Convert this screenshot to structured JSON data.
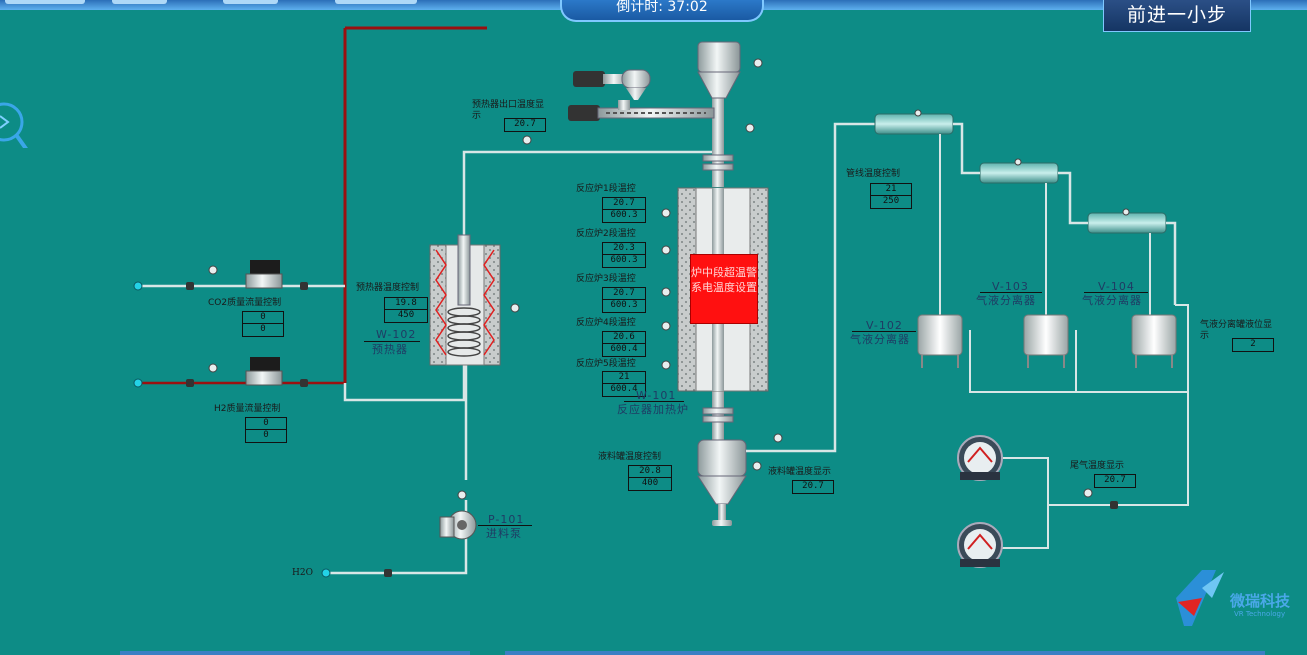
{
  "topbar": {
    "timer_label": "倒计时: 37:02",
    "step_button": "前进一小步"
  },
  "inputs": {
    "co2_label": "CO2质量流量控制",
    "co2_values": [
      "0",
      "0"
    ],
    "h2_label": "H2质量流量控制",
    "h2_values": [
      "0",
      "0"
    ],
    "h2o_label": "H2O"
  },
  "preheater": {
    "outlet_temp_label": "预热器出口温度显示",
    "outlet_temp_value": "20.7",
    "temp_ctrl_label": "预热器温度控制",
    "temp_ctrl_values": [
      "19.8",
      "450"
    ],
    "tag": "W-102",
    "name": "预热器"
  },
  "pump": {
    "tag": "P-101",
    "name": "进料泵"
  },
  "reactor": {
    "zones": [
      {
        "label": "反应炉1段温控",
        "values": [
          "20.7",
          "600.3"
        ]
      },
      {
        "label": "反应炉2段温控",
        "values": [
          "20.3",
          "600.3"
        ]
      },
      {
        "label": "反应炉3段温控",
        "values": [
          "20.7",
          "600.3"
        ]
      },
      {
        "label": "反应炉4段温控",
        "values": [
          "20.6",
          "600.4"
        ]
      },
      {
        "label": "反应炉5段温控",
        "values": [
          "21",
          "600.4"
        ]
      }
    ],
    "tag": "W-101",
    "name": "反应器加热炉",
    "alarm_text": "炉中段超温警系电温度设置"
  },
  "tank": {
    "temp_ctrl_label": "液料罐温度控制",
    "temp_ctrl_values": [
      "20.8",
      "400"
    ],
    "temp_display_label": "液料罐温度显示",
    "temp_display_value": "20.7"
  },
  "pipeline": {
    "temp_ctrl_label": "管线温度控制",
    "temp_ctrl_values": [
      "21",
      "250"
    ]
  },
  "separators": [
    {
      "tag": "V-102",
      "name": "气液分离器"
    },
    {
      "tag": "V-103",
      "name": "气液分离器"
    },
    {
      "tag": "V-104",
      "name": "气液分离器"
    }
  ],
  "level": {
    "label": "气液分离罐液位显示",
    "value": "2"
  },
  "tail_gas": {
    "label": "尾气温度显示",
    "value": "20.7"
  },
  "logo": {
    "brand": "微瑞科技",
    "sub": "VR Technology"
  },
  "colors": {
    "background": "#0d8c86",
    "pipe": "#d8e6e6",
    "hot_pipe": "#9a1010",
    "alarm": "#ff1010",
    "accent": "#2f7fd0"
  }
}
